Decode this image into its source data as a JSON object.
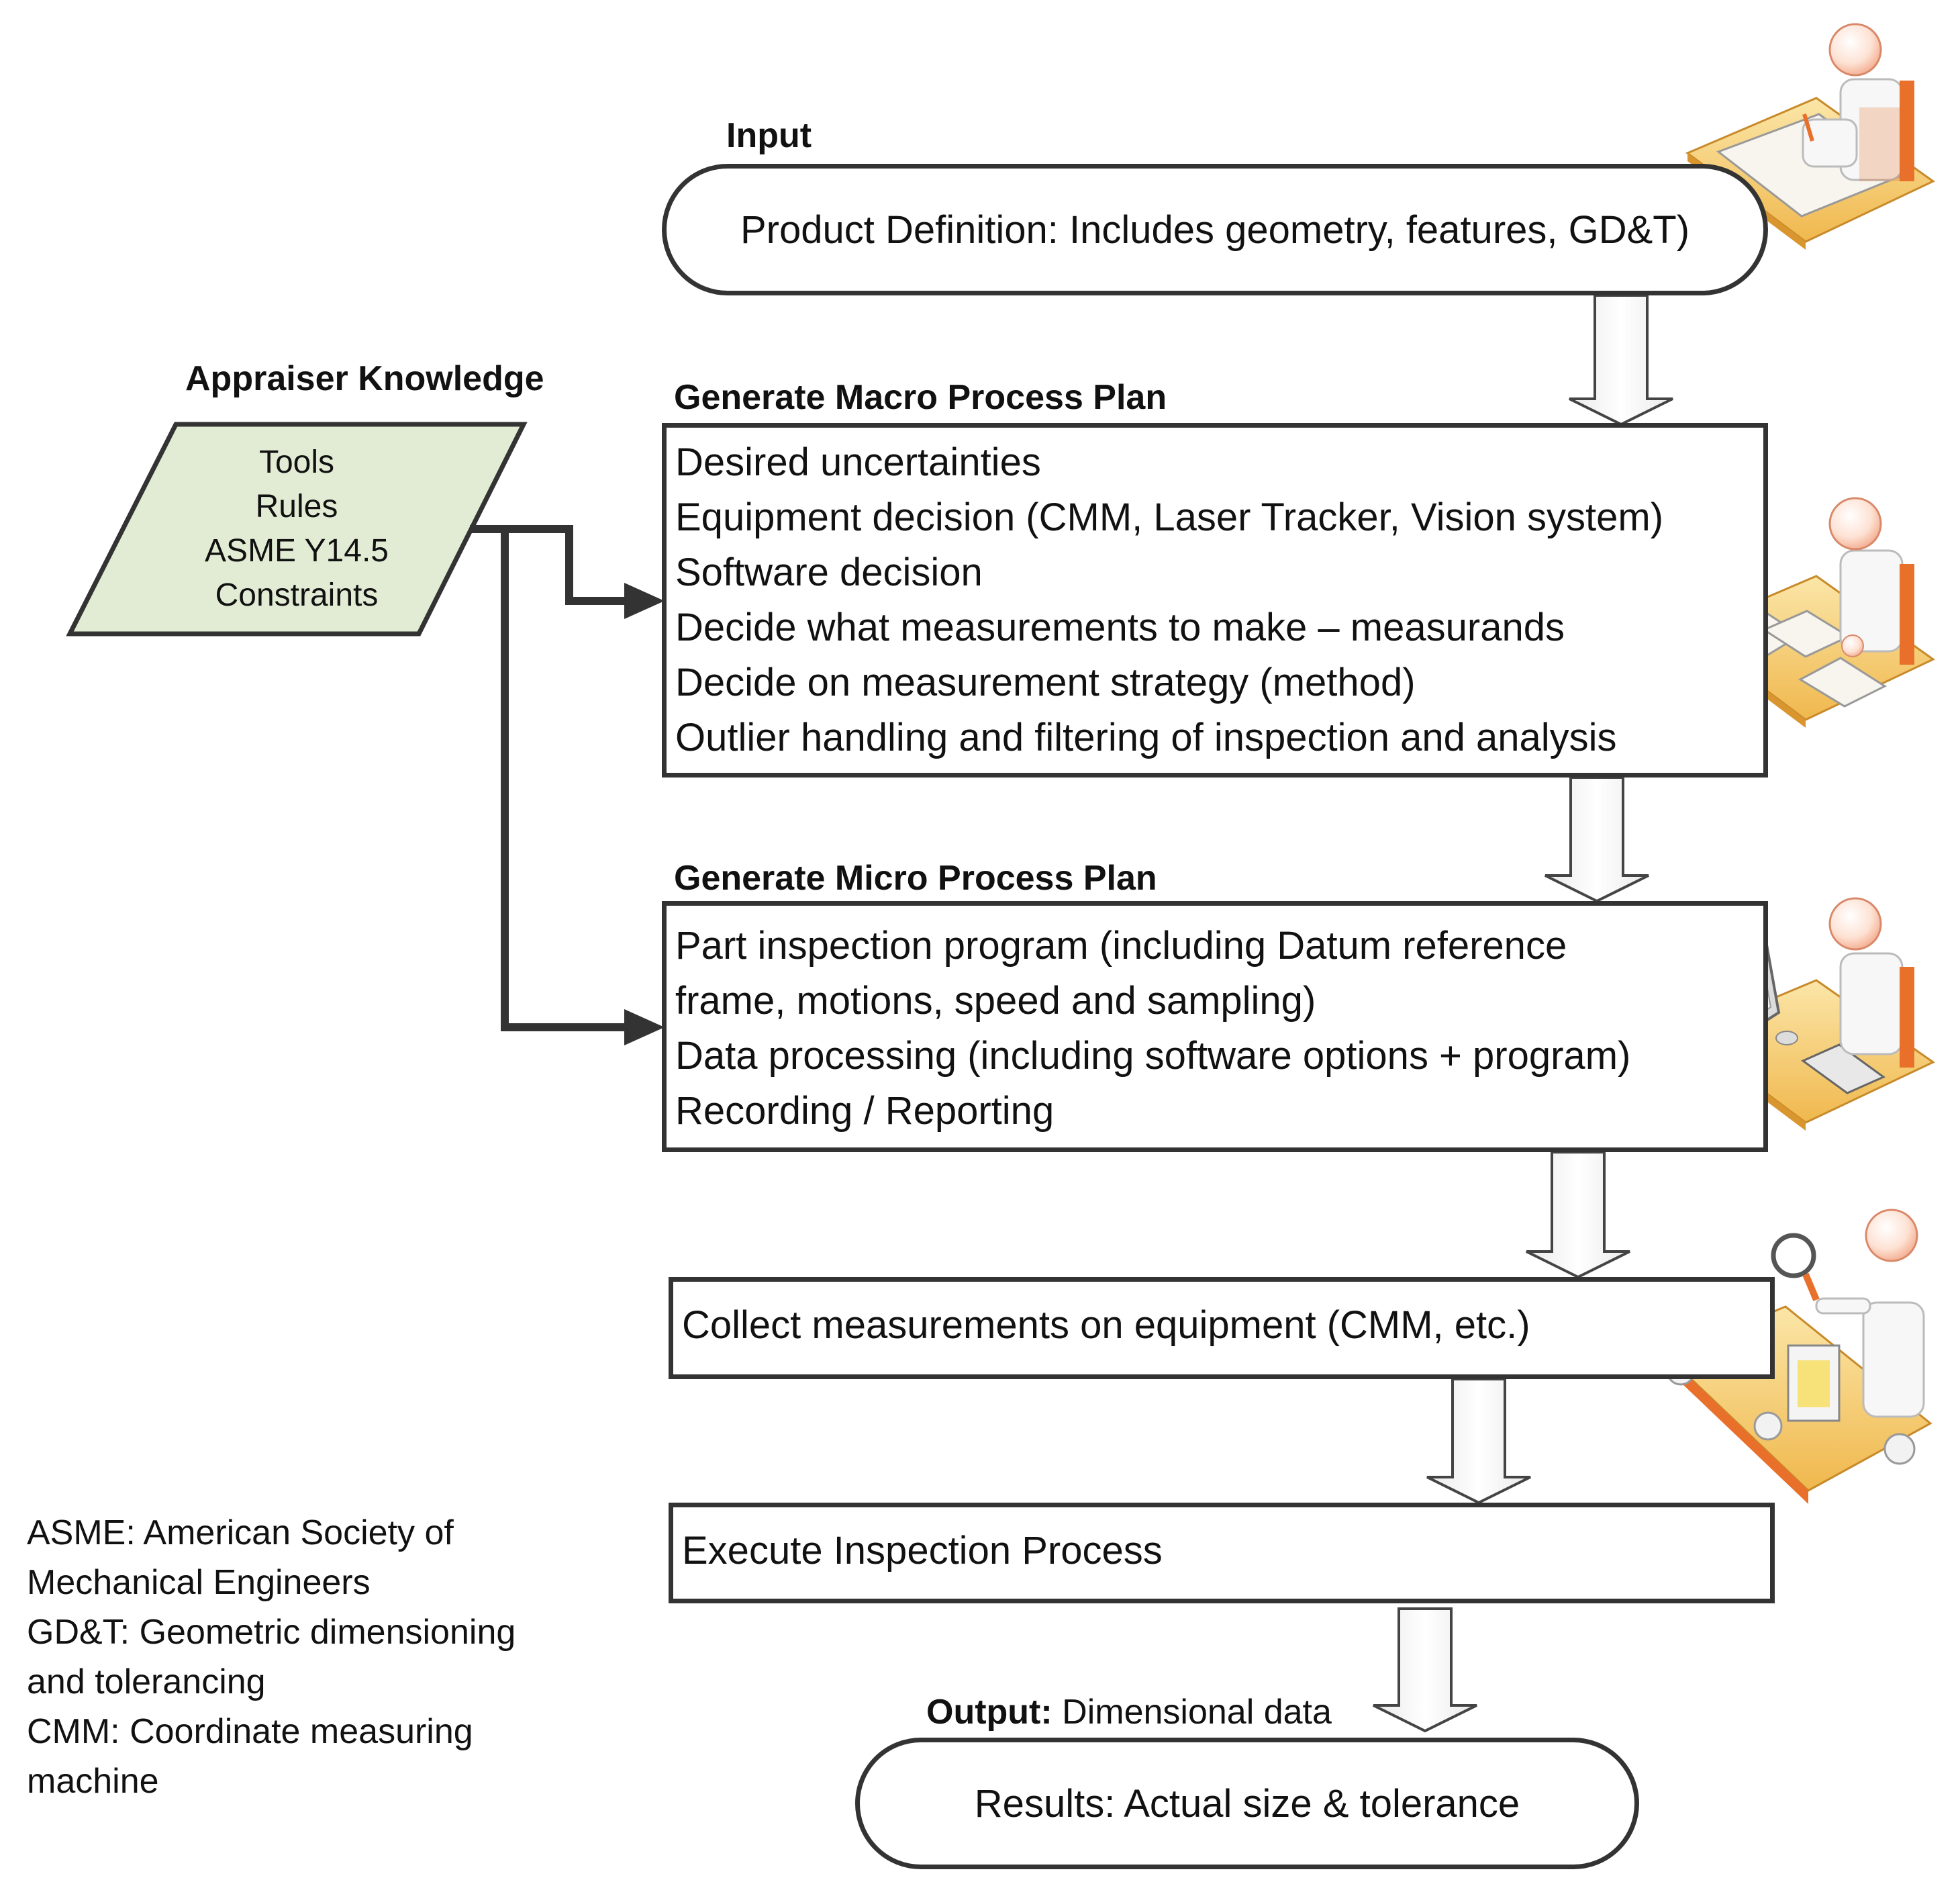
{
  "input": {
    "title": "Input",
    "text": "Product Definition: Includes geometry, features, GD&T)"
  },
  "appraiser": {
    "title": "Appraiser Knowledge",
    "items": [
      "Tools",
      "Rules",
      "ASME Y14.5",
      "Constraints"
    ]
  },
  "macro": {
    "title": "Generate Macro Process Plan",
    "lines": [
      "Desired uncertainties",
      "Equipment decision (CMM, Laser Tracker, Vision system)",
      "Software decision",
      "Decide what measurements to make – measurands",
      "Decide on measurement strategy (method)",
      "Outlier handling and filtering of inspection and analysis"
    ]
  },
  "micro": {
    "title": "Generate Micro Process Plan",
    "lines": [
      "Part inspection program (including Datum reference",
      "frame, motions, speed and sampling)",
      "Data processing (including software options + program)",
      "Recording / Reporting"
    ]
  },
  "collect": {
    "text": "Collect measurements on equipment (CMM, etc.)"
  },
  "execute": {
    "text": "Execute Inspection Process"
  },
  "output": {
    "label": "Output:",
    "value": "Dimensional data",
    "result": "Results: Actual size & tolerance"
  },
  "glossary": [
    "ASME: American Society of",
    "Mechanical Engineers",
    "GD&T: Geometric dimensioning",
    "and tolerancing",
    "CMM: Coordinate measuring",
    "machine"
  ],
  "illustrations": [
    "person-drafting-icon",
    "person-reviewing-documents-icon",
    "person-at-computer-icon",
    "inspector-with-magnifier-icon"
  ],
  "colors": {
    "stroke": "#333333",
    "parallelogram_fill": "#e2ecd4",
    "arrow_fill": "#ffffff",
    "desk": "#f2c46a",
    "accent": "#e8702a"
  }
}
